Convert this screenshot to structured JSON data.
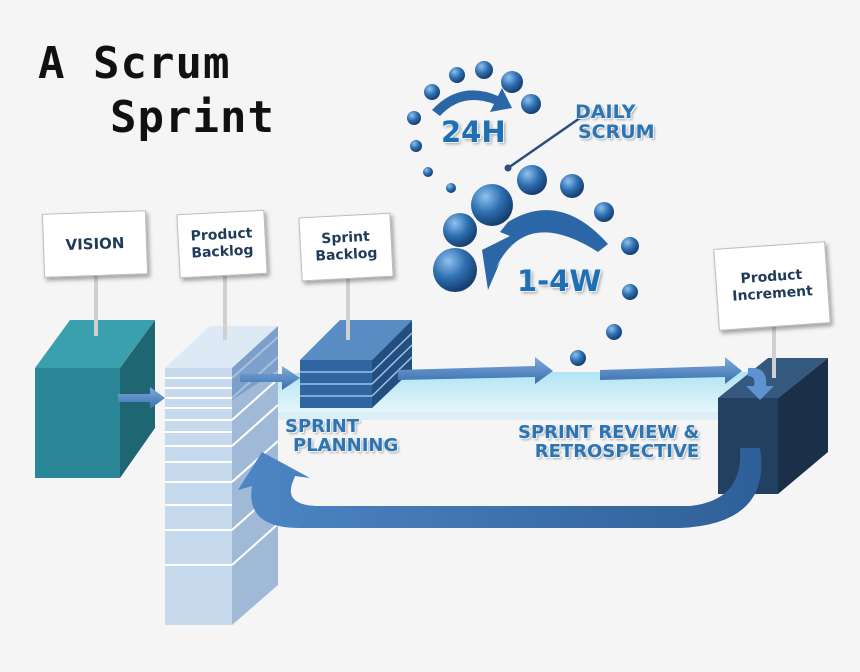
{
  "title": {
    "line1": "A Scrum",
    "line2": "Sprint"
  },
  "signs": {
    "vision": {
      "line1": "VISION"
    },
    "product_backlog": {
      "line1": "Product",
      "line2": "Backlog"
    },
    "sprint_backlog": {
      "line1": "Sprint",
      "line2": "Backlog"
    },
    "product_increment": {
      "line1": "Product",
      "line2": "Increment"
    }
  },
  "cycle": {
    "daily_label": "24H",
    "daily_scrum": {
      "line1": "DAILY",
      "line2": "SCRUM"
    },
    "sprint_length": "1-4W"
  },
  "labels": {
    "sprint_planning": {
      "line1": "SPRINT",
      "line2": "PLANNING"
    },
    "review": {
      "line1": "SPRINT REVIEW &",
      "line2": "RETROSPECTIVE"
    }
  },
  "colors": {
    "vision_box": "#2d8a9a",
    "backlog_light": "#c9dbee",
    "sprint_backlog": "#3a6ea5",
    "increment_box": "#25405f",
    "arrow": "#4d86c4",
    "bubbles": "#2e6fb1",
    "platform": "#bfe8f5"
  }
}
